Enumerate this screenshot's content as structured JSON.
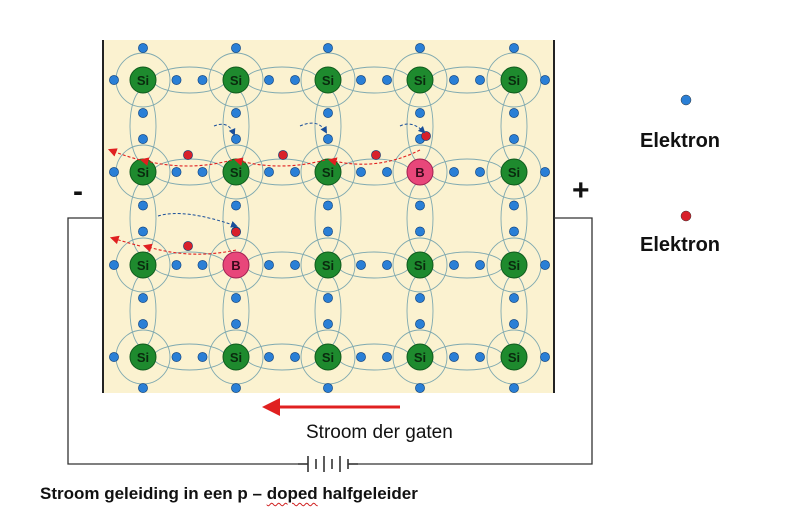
{
  "legend": {
    "items": [
      {
        "label": "Elektron",
        "dot_color": "#2a7fd6"
      },
      {
        "label": "Elektron",
        "dot_color": "#d8202a"
      }
    ]
  },
  "terminals": {
    "negative": "-",
    "positive": "+"
  },
  "current_label": "Stroom der gaten",
  "caption": {
    "part1": "Stroom geleiding in een p – ",
    "part2": "doped",
    "part3": " halfgeleider"
  },
  "lattice": {
    "rows": [
      [
        "Si",
        "Si",
        "Si",
        "Si",
        "Si"
      ],
      [
        "Si",
        "Si",
        "Si",
        "B",
        "Si"
      ],
      [
        "Si",
        "B",
        "Si",
        "Si",
        "Si"
      ],
      [
        "Si",
        "Si",
        "Si",
        "Si",
        "Si"
      ]
    ]
  },
  "colors": {
    "crystal_bg": "#fbf2d0",
    "silicon": "#1e8a2e",
    "boron": "#e8477a",
    "electron": "#2a7fd6",
    "hole_electron": "#d8202a",
    "arrow": "#e02020",
    "orbit": "#7fa9b0",
    "wire": "#333333"
  }
}
